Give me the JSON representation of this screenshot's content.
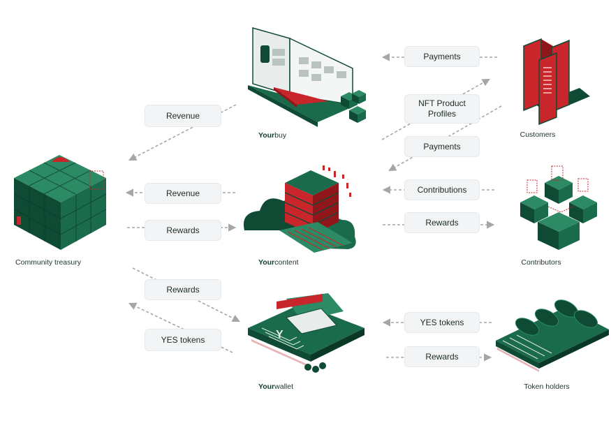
{
  "nodes": {
    "treasury": {
      "label": "Community treasury"
    },
    "customers": {
      "label": "Customers"
    },
    "contributors": {
      "label": "Contributors"
    },
    "holders": {
      "label": "Token holders"
    }
  },
  "products": {
    "buy": {
      "prefix": "Your",
      "suffix": "buy"
    },
    "content": {
      "prefix": "Your",
      "suffix": "content"
    },
    "wallet": {
      "prefix": "Your",
      "suffix": "wallet"
    }
  },
  "flows": {
    "payments_top": "Payments",
    "nft_profiles": "NFT Product\nProfiles",
    "payments_mid": "Payments",
    "contributions": "Contributions",
    "rewards_contrib": "Rewards",
    "yes_tokens_right": "YES tokens",
    "rewards_holders": "Rewards",
    "revenue_buy": "Revenue",
    "revenue_content": "Revenue",
    "rewards_content": "Rewards",
    "rewards_wallet": "Rewards",
    "yes_tokens_left": "YES tokens"
  },
  "colors": {
    "dark_green": "#0f4a35",
    "mid_green": "#1a6b4c",
    "light_green": "#2c8a64",
    "accent_red": "#c8262b",
    "arrow_grey": "#a6a6a6",
    "pill_bg": "#f2f4f5"
  },
  "icons": {
    "arrow": "arrowhead-icon",
    "treasury": "cube-treasury-icon",
    "laptop": "laptop-icon",
    "server": "server-cloud-icon",
    "wallet": "wallet-card-icon",
    "phones": "phones-icon",
    "cubes": "cube-network-icon",
    "tokens": "token-rollers-icon"
  }
}
